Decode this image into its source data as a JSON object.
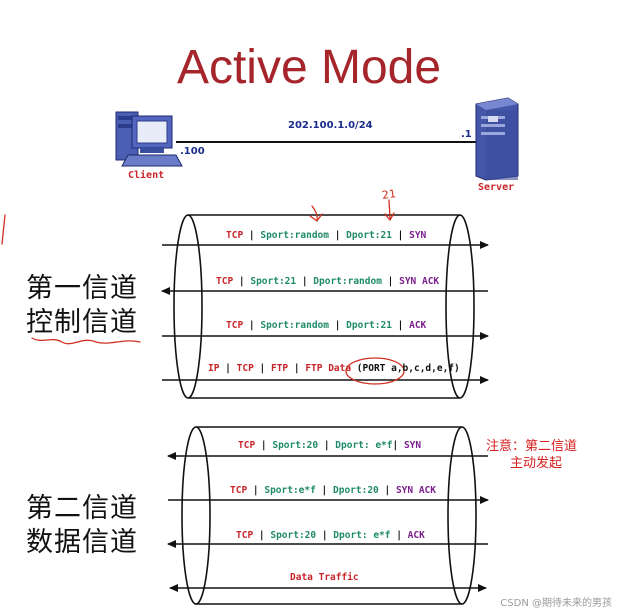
{
  "title": "Active Mode",
  "network": {
    "subnet": "202.100.1.0/24",
    "client": {
      "label": "Client",
      "host": ".100"
    },
    "server": {
      "label": "Server",
      "host": ".1"
    }
  },
  "channel1": {
    "label_line1": "第一信道",
    "label_line2": "控制信道",
    "messages": [
      {
        "direction": "right",
        "parts": [
          {
            "t": "TCP",
            "c": "r"
          },
          {
            "t": " | ",
            "c": "k"
          },
          {
            "t": "Sport:random",
            "c": "g"
          },
          {
            "t": " | ",
            "c": "k"
          },
          {
            "t": "Dport:21",
            "c": "g"
          },
          {
            "t": " | ",
            "c": "k"
          },
          {
            "t": "SYN",
            "c": "p"
          }
        ]
      },
      {
        "direction": "left",
        "parts": [
          {
            "t": "TCP",
            "c": "r"
          },
          {
            "t": " | ",
            "c": "k"
          },
          {
            "t": "Sport:21",
            "c": "g"
          },
          {
            "t": " | ",
            "c": "k"
          },
          {
            "t": "Dport:random",
            "c": "g"
          },
          {
            "t": " | ",
            "c": "k"
          },
          {
            "t": "SYN ACK",
            "c": "p"
          }
        ]
      },
      {
        "direction": "right",
        "parts": [
          {
            "t": "TCP",
            "c": "r"
          },
          {
            "t": " | ",
            "c": "k"
          },
          {
            "t": "Sport:random",
            "c": "g"
          },
          {
            "t": " | ",
            "c": "k"
          },
          {
            "t": "Dport:21",
            "c": "g"
          },
          {
            "t": " | ",
            "c": "k"
          },
          {
            "t": "ACK",
            "c": "p"
          }
        ]
      },
      {
        "direction": "right",
        "parts": [
          {
            "t": "IP",
            "c": "r"
          },
          {
            "t": " | ",
            "c": "k"
          },
          {
            "t": "TCP",
            "c": "r"
          },
          {
            "t": " | ",
            "c": "k"
          },
          {
            "t": "FTP",
            "c": "r"
          },
          {
            "t": " | ",
            "c": "k"
          },
          {
            "t": "FTP Data",
            "c": "r"
          },
          {
            "t": " (PORT a,b,c,d,e,f)",
            "c": "k"
          }
        ]
      }
    ]
  },
  "channel2": {
    "label_line1": "第二信道",
    "label_line2": "数据信道",
    "note_line1": "注意：第二信道",
    "note_line2": "主动发起",
    "messages": [
      {
        "direction": "left",
        "parts": [
          {
            "t": "TCP",
            "c": "r"
          },
          {
            "t": " | ",
            "c": "k"
          },
          {
            "t": "Sport:20",
            "c": "g"
          },
          {
            "t": " | ",
            "c": "k"
          },
          {
            "t": "Dport: e*f",
            "c": "g"
          },
          {
            "t": "| ",
            "c": "k"
          },
          {
            "t": "SYN",
            "c": "p"
          }
        ]
      },
      {
        "direction": "right",
        "parts": [
          {
            "t": "TCP",
            "c": "r"
          },
          {
            "t": " | ",
            "c": "k"
          },
          {
            "t": "Sport:e*f",
            "c": "g"
          },
          {
            "t": " | ",
            "c": "k"
          },
          {
            "t": "Dport:20",
            "c": "g"
          },
          {
            "t": " | ",
            "c": "k"
          },
          {
            "t": "SYN ACK",
            "c": "p"
          }
        ]
      },
      {
        "direction": "left",
        "parts": [
          {
            "t": "TCP",
            "c": "r"
          },
          {
            "t": " | ",
            "c": "k"
          },
          {
            "t": "Sport:20",
            "c": "g"
          },
          {
            "t": " | ",
            "c": "k"
          },
          {
            "t": "Dport: e*f",
            "c": "g"
          },
          {
            "t": " | ",
            "c": "k"
          },
          {
            "t": "ACK",
            "c": "p"
          }
        ]
      },
      {
        "direction": "both",
        "parts": [
          {
            "t": "Data Traffic",
            "c": "r"
          }
        ]
      }
    ]
  },
  "annotation": "21",
  "watermark": "CSDN @期待未来的男孩"
}
